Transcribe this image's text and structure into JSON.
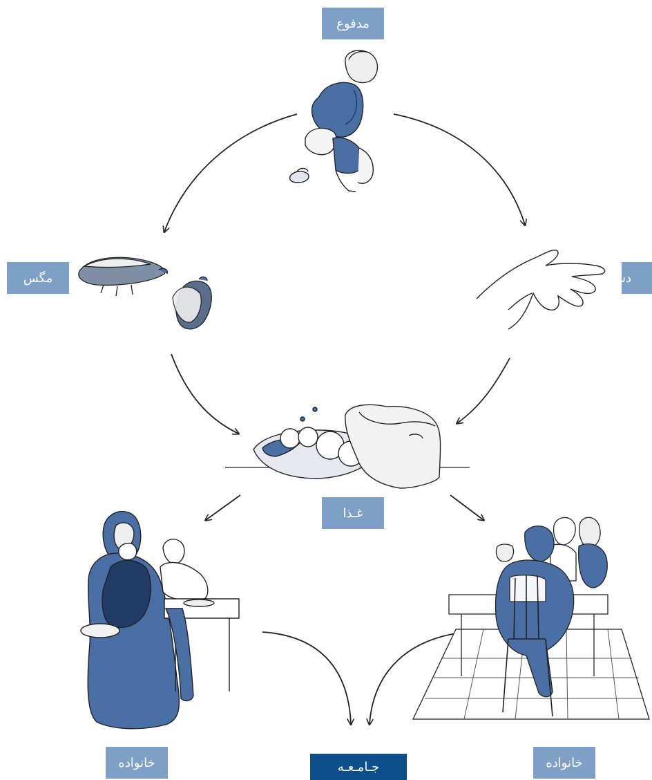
{
  "labels": {
    "feces": "مدفوع",
    "flies": "مگس",
    "hands": "دستان",
    "food": "غـذا",
    "family_left": "خانواده",
    "family_right": "خانواده",
    "community": "جـامـعـه"
  },
  "colors": {
    "label_light": "#7e9fc6",
    "label_dark": "#0d4f8a",
    "illustration_fill": "#4a6fa5",
    "line": "#222222"
  },
  "illustrations": [
    "child-defecating",
    "flies",
    "hand",
    "food-bread-bowl",
    "mother-with-children",
    "family-at-table"
  ]
}
